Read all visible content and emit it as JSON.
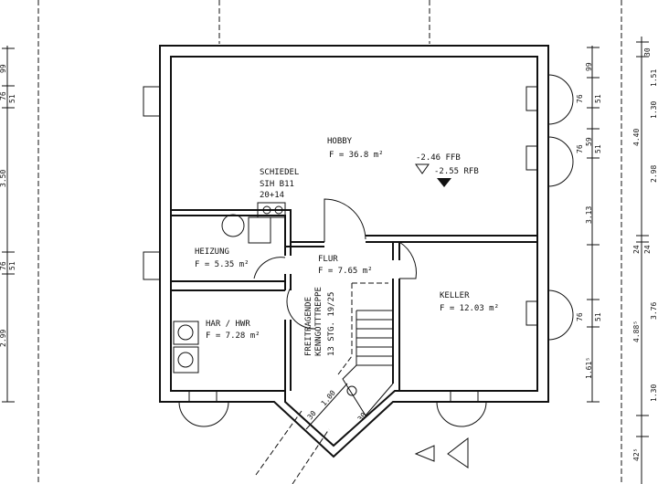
{
  "rooms": {
    "hobby": {
      "name": "HOBBY",
      "area": "F = 36.8 m²"
    },
    "heizung": {
      "name": "HEIZUNG",
      "area": "F = 5.35 m²"
    },
    "flur": {
      "name": "FLUR",
      "area": "F = 7.65 m²"
    },
    "har": {
      "name": "HAR / HWR",
      "area": "F = 7.28 m²"
    },
    "keller": {
      "name": "KELLER",
      "area": "F = 12.03 m²"
    }
  },
  "chimney": {
    "line1": "SCHIEDEL",
    "line2": "SIH B11",
    "line3": "20+14"
  },
  "stair": {
    "line1": "FREITRAGENDE",
    "line2": "KENNGOTTTREPPE",
    "line3": "13 STG. 19/25",
    "width": "1.00",
    "wall_left": "30",
    "wall_right": "30"
  },
  "levels": {
    "ffb": "-2.46 FFB",
    "rfb": "-2.55 RFB"
  },
  "dims_left": [
    "99",
    "76",
    "51",
    "3.50",
    "76",
    "51",
    "2.99"
  ],
  "dims_right_inner": [
    "99",
    "76",
    "51",
    "59",
    "76",
    "51",
    "3.13",
    "76",
    "51",
    "1.61⁵"
  ],
  "dims_right_outer": [
    "30",
    "4.40",
    "24",
    "24",
    "4.88⁵",
    "42⁵",
    "1.51",
    "2.98",
    "3.76",
    "1.30",
    "1.30"
  ]
}
